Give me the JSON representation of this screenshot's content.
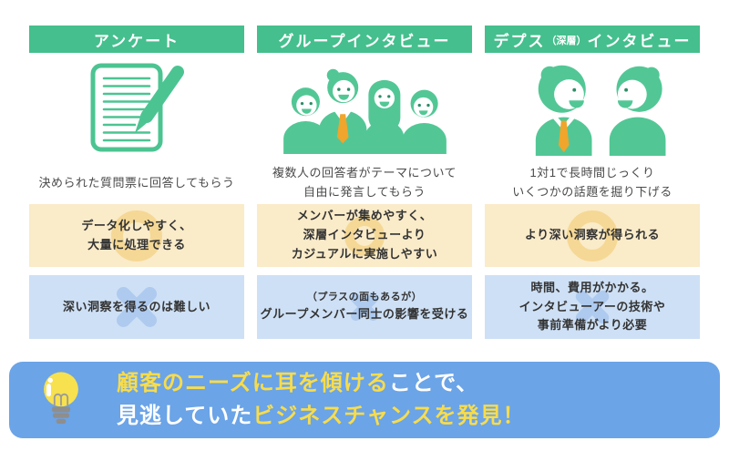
{
  "legend": {
    "merit_symbol": "circle",
    "demerit_symbol": "cross"
  },
  "columns": [
    {
      "id": "survey",
      "header": "アンケート",
      "icon": "survey-sheet-pen-icon",
      "description": "決められた質問票に回答してもらう",
      "merit": "データ化しやすく、\n大量に処理できる",
      "demerit": "深い洞察を得るのは難しい"
    },
    {
      "id": "group-interview",
      "header": "グループインタビュー",
      "icon": "group-of-four-people-icon",
      "description": "複数人の回答者がテーマについて\n自由に発言してもらう",
      "merit": "メンバーが集めやすく、\n深層インタビューより\nカジュアルに実施しやすい",
      "demerit_note": "（プラスの面もあるが）",
      "demerit": "グループメンバー同士の影響を受ける"
    },
    {
      "id": "depth-interview",
      "header_pre": "デプス",
      "header_paren": "（深層）",
      "header_post": "インタビュー",
      "icon": "two-people-facing-icon",
      "description": "1対1で長時間じっくり\nいくつかの話題を掘り下げる",
      "merit": "より深い洞察が得られる",
      "demerit": "時間、費用がかかる。\nインタビューアーの技術や\n事前準備がより必要"
    }
  ],
  "banner": {
    "icon": "lightbulb-icon",
    "line1_highlight": "顧客のニーズに耳を傾ける",
    "line1_rest": "ことで、",
    "line2_lead": "見逃していた",
    "line2_highlight": "ビジネスチャンスを発見！"
  },
  "colors": {
    "header_green": "#45BF8D",
    "illustration_green": "#52C795",
    "merit_bg": "#FAEBC9",
    "merit_mark": "#F3D283",
    "demerit_bg": "#CEE0F5",
    "demerit_mark": "#AECAEF",
    "banner_bg": "#6BA4E7",
    "highlight_yellow": "#F8DC4B",
    "tie_orange": "#F0A52C",
    "body_text": "#333333"
  }
}
